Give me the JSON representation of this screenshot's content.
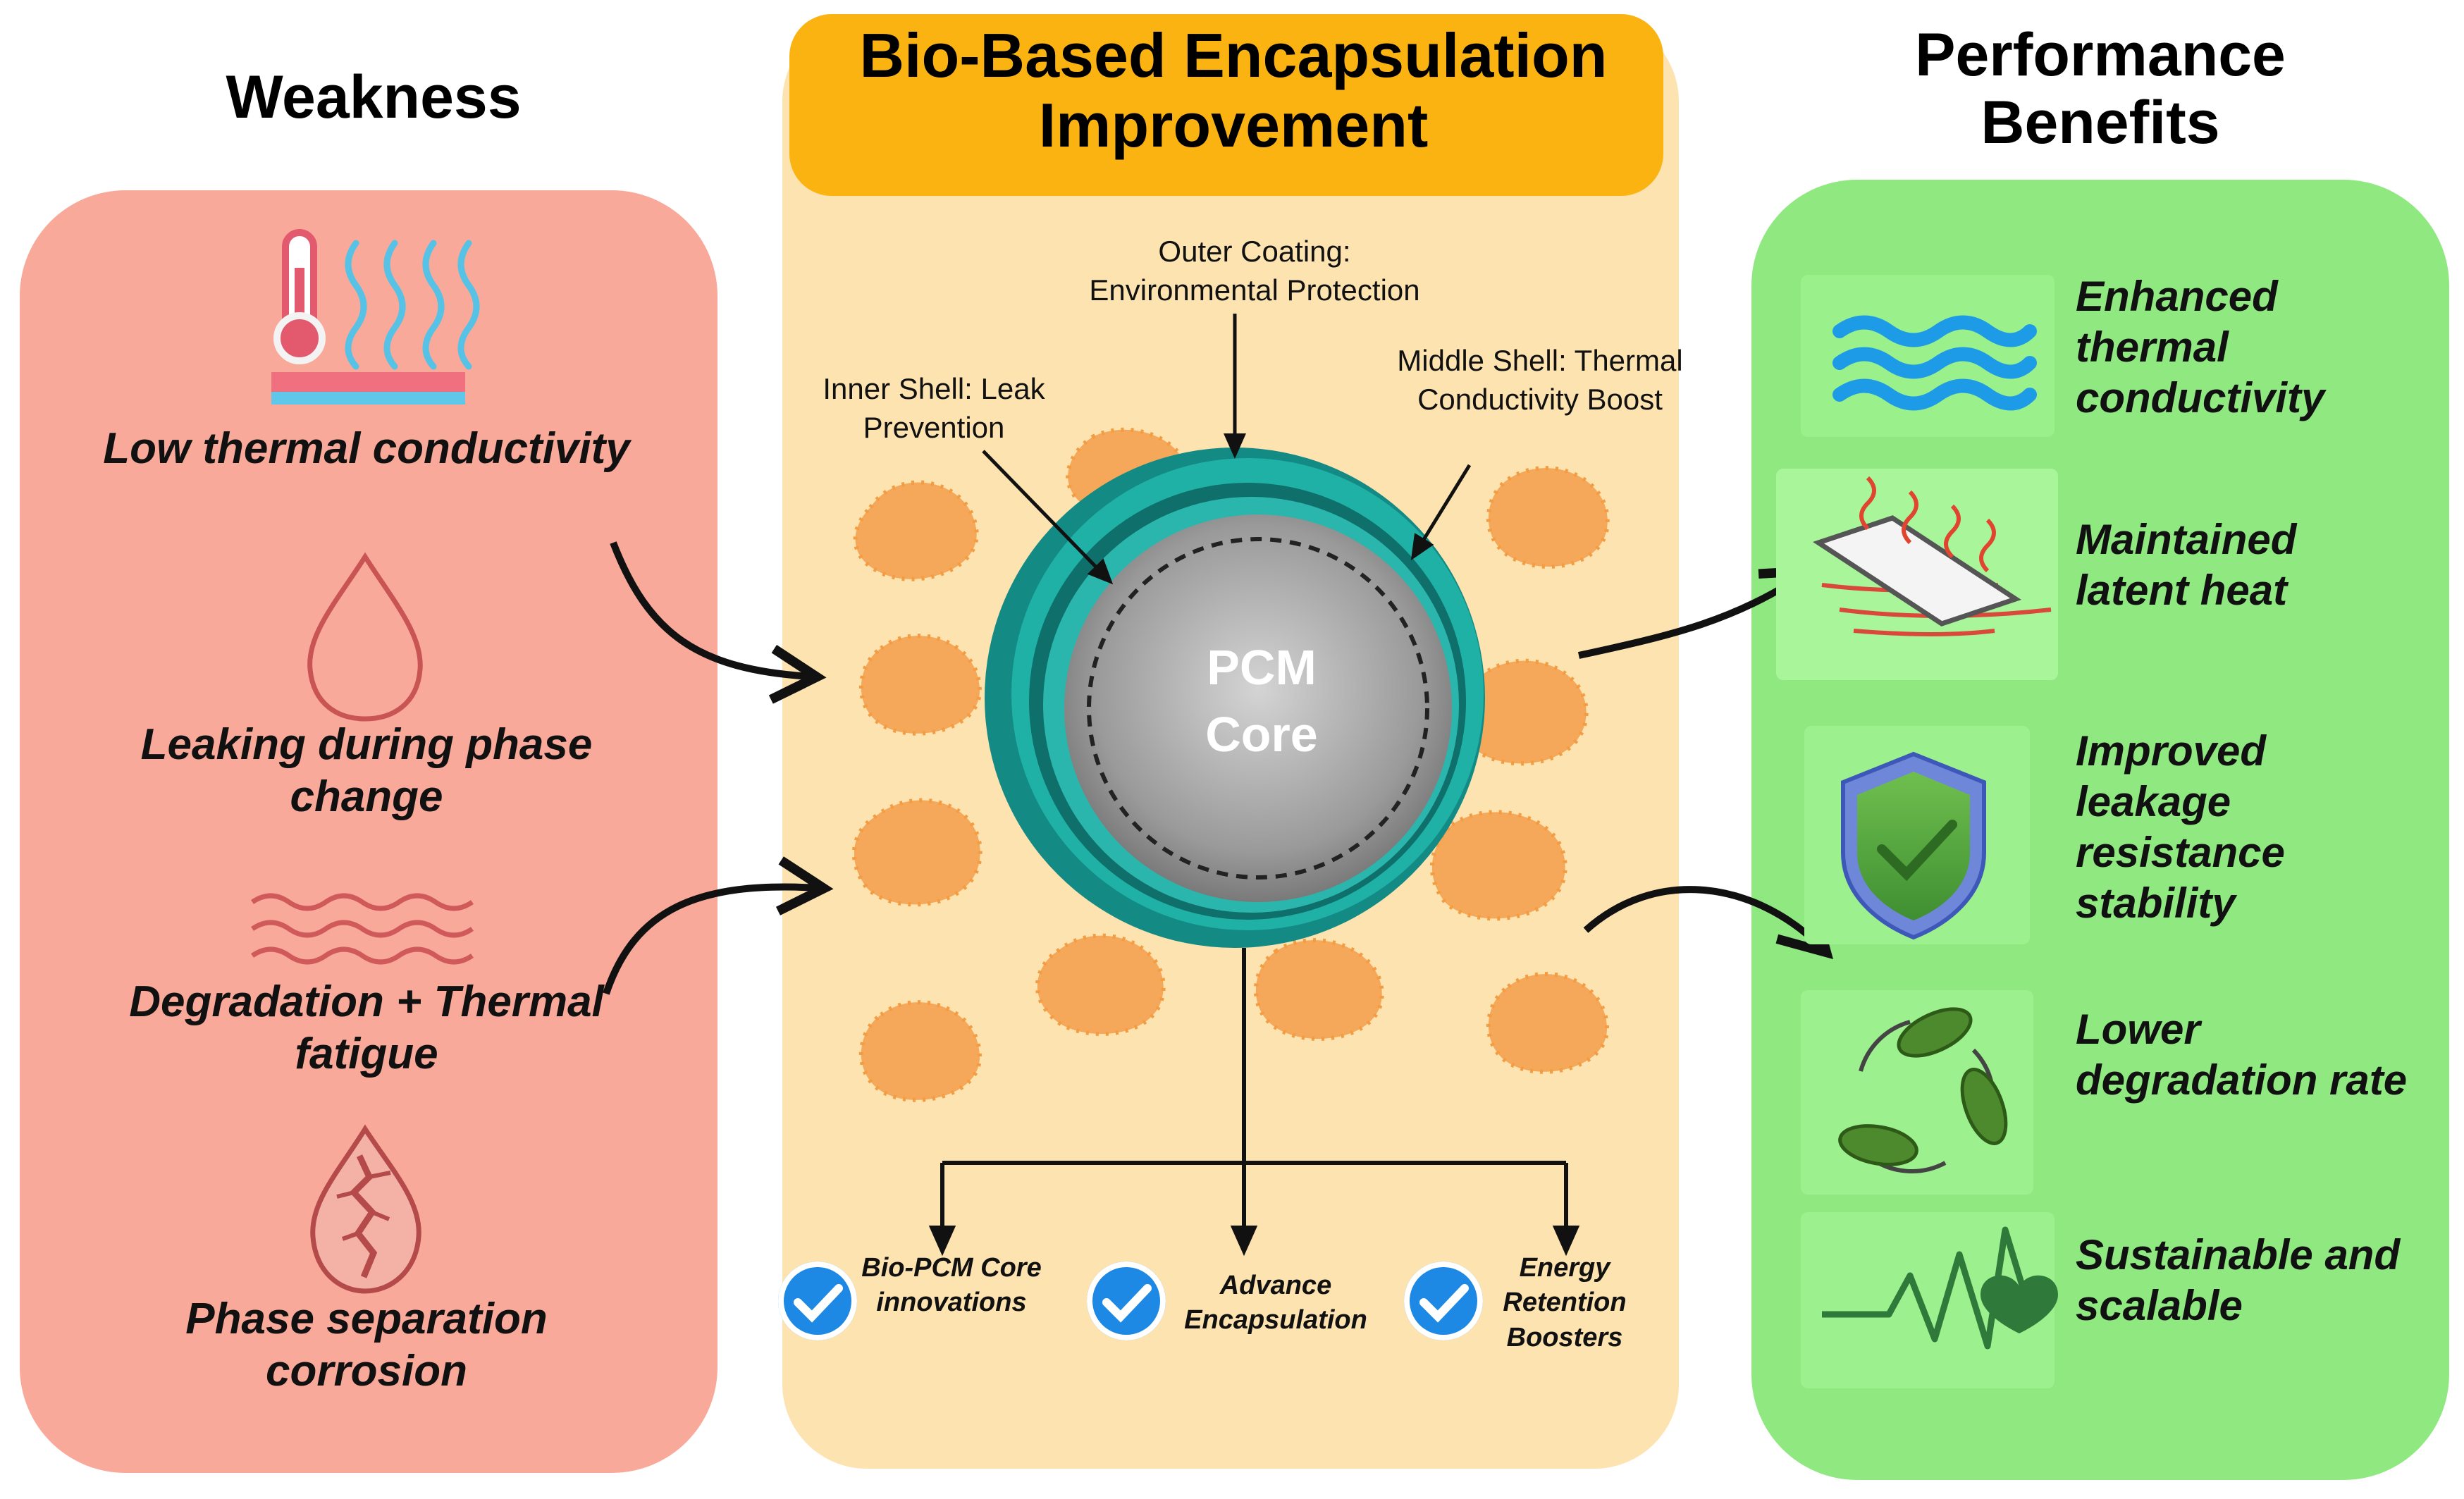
{
  "titles": {
    "weakness": "Weakness",
    "improvement": "Bio-Based Encapsulation Improvement",
    "benefits": "Performance Benefits"
  },
  "weaknesses": [
    {
      "label": "Low thermal conductivity",
      "icon": "thermometer-heat-icon"
    },
    {
      "label": "Leaking during phase change",
      "icon": "droplet-icon"
    },
    {
      "label": "Degradation + Thermal fatigue",
      "icon": "wavy-lines-icon"
    },
    {
      "label": "Phase separation corrosion",
      "icon": "cracked-drop-icon"
    }
  ],
  "core": {
    "label": "PCM Core",
    "outer_coating": "Outer Coating: Environmental Protection",
    "inner_shell": "Inner Shell: Leak Prevention",
    "middle_shell": "Middle Shell: Thermal Conductivity Boost"
  },
  "checks": [
    {
      "label": "Bio-PCM Core innovations"
    },
    {
      "label": "Advance Encapsulation"
    },
    {
      "label": "Energy Retention Boosters"
    }
  ],
  "benefits": [
    {
      "label": "Enhanced thermal conductivity",
      "icon": "waves-icon"
    },
    {
      "label": "Maintained latent heat",
      "icon": "heat-plate-icon"
    },
    {
      "label": "Improved leakage resistance stability",
      "icon": "shield-check-icon"
    },
    {
      "label": "Lower degradation rate",
      "icon": "recycle-leaves-icon"
    },
    {
      "label": "Sustainable and scalable",
      "icon": "heartbeat-icon"
    }
  ],
  "colors": {
    "weakness_panel": "#f9a999",
    "improvement_panel": "#fde3b0",
    "banner": "#fbb312",
    "benefit_panel": "#8fe880",
    "shell_teal": "#1a9e96",
    "check_blue": "#1e88e5",
    "blob_orange": "#f5a85a"
  }
}
